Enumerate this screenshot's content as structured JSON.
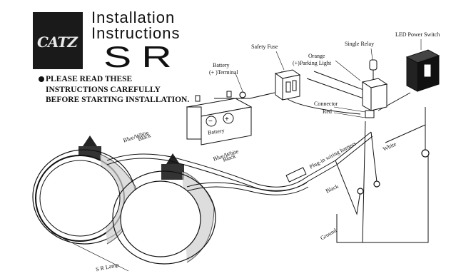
{
  "header": {
    "logo_text": "CATZ",
    "title_line1": "Installation",
    "title_line2": "Instructions",
    "model": "SR"
  },
  "warning": {
    "line1": "PLEASE READ THESE",
    "line2": "INSTRUCTIONS  CAREFULLY",
    "line3": "BEFORE STARTING INSTALLATION."
  },
  "labels": {
    "battery_terminal_1": "Battery",
    "battery_terminal_2": "(+ )Terminal",
    "safety_fuse": "Safety Fuse",
    "orange": "Orange",
    "parking_light": "(+)Parking Light",
    "single_relay": "Single Relay",
    "led_power_switch": "LED Power Switch",
    "battery": "Battery",
    "connector": "Connector",
    "red": "Red",
    "blue_white_1": "Blue/White",
    "black_1": "Black",
    "blue_white_2": "Blue/White",
    "black_2": "Black",
    "plug_in_harness": "Plug-in wiring harness",
    "white": "White",
    "black_3": "Black",
    "ground": "Ground",
    "sr_lamp": "S R Lamp"
  }
}
